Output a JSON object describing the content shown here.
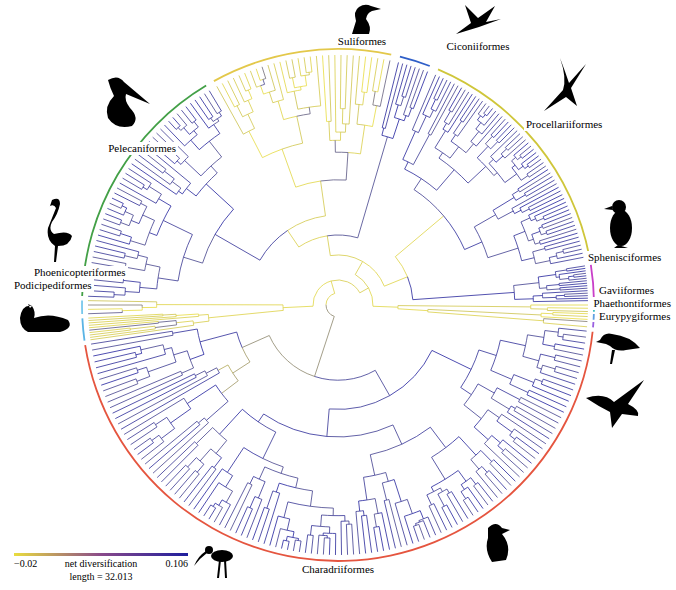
{
  "diagram": {
    "labels": [
      "Suliformes",
      "Ciconiiformes",
      "Procellariiformes",
      "Pelecaniformes",
      "Sphenisciformes",
      "Phoenicopteriformes",
      "Gaviiformes",
      "Phaethontiformes",
      "Eurypygiformes",
      "Podicipediformes",
      "Charadriiformes",
      "−0.02",
      "net diversification",
      "0.106",
      "length = 32.013"
    ]
  }
}
